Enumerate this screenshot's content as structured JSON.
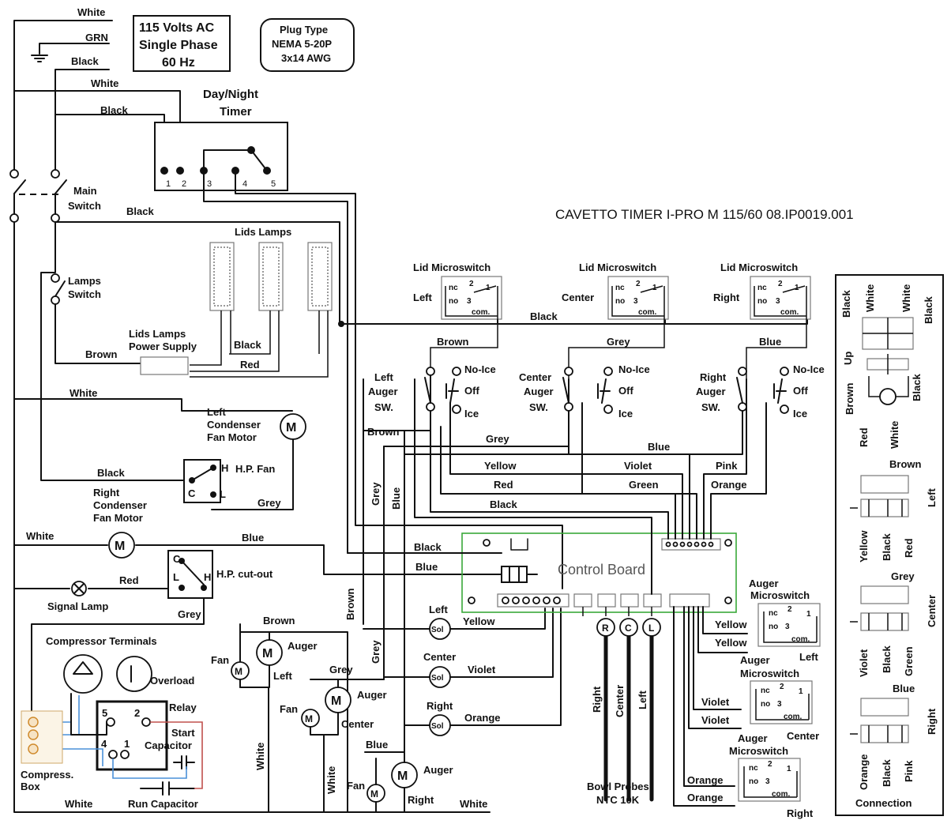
{
  "title": "CAVETTO TIMER I-PRO M 115/60  08.IP0019.001",
  "supply": {
    "line1": "115 Volts AC",
    "line2": "Single Phase",
    "line3": "60 Hz"
  },
  "plug": {
    "line1": "Plug Type",
    "line2": "NEMA 5-20P",
    "line3": "3x14 AWG"
  },
  "wires": {
    "white": "White",
    "grn": "GRN",
    "black": "Black",
    "brown": "Brown",
    "red": "Red",
    "grey": "Grey",
    "blue": "Blue",
    "yellow": "Yellow",
    "violet": "Violet",
    "pink": "Pink",
    "green": "Green",
    "orange": "Orange"
  },
  "timer": {
    "line1": "Day/Night",
    "line2": "Timer",
    "pins": [
      "1",
      "2",
      "3",
      "4",
      "5"
    ]
  },
  "switches": {
    "main": [
      "Main",
      "Switch"
    ],
    "lamps": [
      "Lamps",
      "Switch"
    ]
  },
  "lamps": {
    "title": "Lids Lamps",
    "supply_line1": "Lids Lamps",
    "supply_line2": "Power Supply"
  },
  "fans": {
    "left_condenser": [
      "Left",
      "Condenser",
      "Fan Motor"
    ],
    "right_condenser": [
      "Right",
      "Condenser",
      "Fan  Motor"
    ],
    "hp_fan": "H.P. Fan",
    "hp_cutout": "H.P. cut-out",
    "fan": "Fan"
  },
  "contacts": {
    "h": "H",
    "c": "C",
    "l": "L",
    "nc": "nc",
    "no": "no",
    "com": "com.",
    "n1": "1",
    "n2": "2",
    "n3": "3"
  },
  "microswitch": {
    "lid": "Lid Microswitch",
    "auger_line1": "Auger",
    "auger_line2": "Microswitch"
  },
  "positions": {
    "left": "Left",
    "center": "Center",
    "right": "Right"
  },
  "auger_sw": {
    "left": [
      "Left",
      "Auger",
      "SW."
    ],
    "center": [
      "Center",
      "Auger",
      "SW."
    ],
    "right": [
      "Right",
      "Auger",
      "SW."
    ],
    "no_ice": "No-Ice",
    "off": "Off",
    "ice": "Ice"
  },
  "board": {
    "label": "Control Board"
  },
  "probes": {
    "r": "R",
    "c": "C",
    "l": "L",
    "line1": "Bowl Probes",
    "line2": "NTC 10K"
  },
  "sol": "Sol",
  "motor_symbol": "M",
  "auger": "Auger",
  "signal_lamp": "Signal Lamp",
  "compressor": {
    "terminals": "Compressor Terminals",
    "overload": "Overload",
    "relay": "Relay",
    "relay_pins": [
      "5",
      "2",
      "4",
      "1"
    ],
    "start_cap_line1": "Start",
    "start_cap_line2": "Capacitor",
    "run_cap": "Run Capacitor",
    "box_line1": "Compress.",
    "box_line2": "Box"
  },
  "connection": {
    "title": "Connection",
    "up": "Up"
  }
}
